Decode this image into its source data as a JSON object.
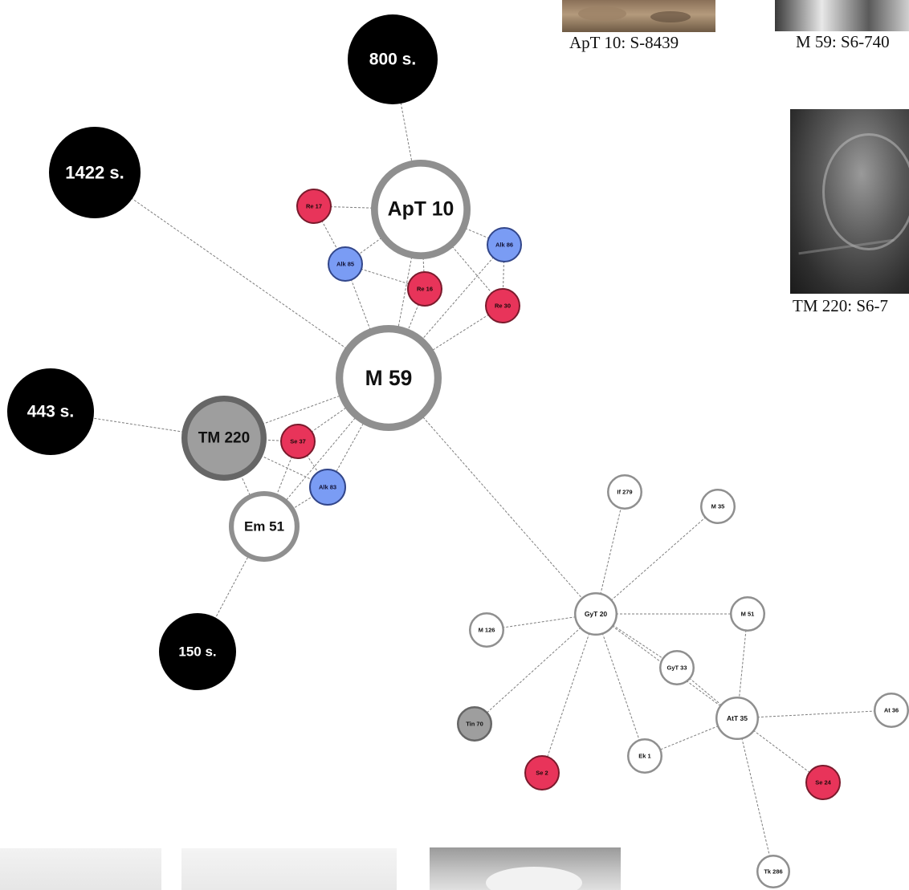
{
  "photos": [
    {
      "id": "apt10",
      "caption": "ApT 10: S-8439"
    },
    {
      "id": "m59",
      "caption": "M 59: S6-740"
    },
    {
      "id": "tm220",
      "caption": "TM 220: S6-7"
    }
  ],
  "colors": {
    "black": "#000000",
    "white": "#ffffff",
    "gray_fill": "#9e9e9e",
    "gray_ring": "#8f8f8f",
    "red": "#e8345a",
    "blue": "#7a9cf4"
  },
  "nodes": [
    {
      "id": "n800",
      "label": "800 s.",
      "style": "black"
    },
    {
      "id": "n1422",
      "label": "1422 s.",
      "style": "black"
    },
    {
      "id": "n443",
      "label": "443 s.",
      "style": "black"
    },
    {
      "id": "n150",
      "label": "150 s.",
      "style": "black"
    },
    {
      "id": "apt10",
      "label": "ApT 10",
      "style": "white"
    },
    {
      "id": "m59",
      "label": "M 59",
      "style": "white"
    },
    {
      "id": "tm220",
      "label": "TM 220",
      "style": "gray"
    },
    {
      "id": "em51",
      "label": "Em 51",
      "style": "white"
    },
    {
      "id": "re17",
      "label": "Re 17",
      "style": "red"
    },
    {
      "id": "re16",
      "label": "Re 16",
      "style": "red"
    },
    {
      "id": "re30",
      "label": "Re 30",
      "style": "red"
    },
    {
      "id": "se37",
      "label": "Se 37",
      "style": "red"
    },
    {
      "id": "alk85",
      "label": "Alk 85",
      "style": "blue"
    },
    {
      "id": "alk86",
      "label": "Alk 86",
      "style": "blue"
    },
    {
      "id": "alk83",
      "label": "Alk 83",
      "style": "blue"
    },
    {
      "id": "gyt20",
      "label": "GyT 20",
      "style": "white"
    },
    {
      "id": "if279",
      "label": "If 279",
      "style": "white"
    },
    {
      "id": "m35",
      "label": "M 35",
      "style": "white"
    },
    {
      "id": "m126",
      "label": "M 126",
      "style": "white"
    },
    {
      "id": "m51",
      "label": "M 51",
      "style": "white"
    },
    {
      "id": "gyt33",
      "label": "GyT 33",
      "style": "white"
    },
    {
      "id": "att35",
      "label": "AtT 35",
      "style": "white"
    },
    {
      "id": "at36",
      "label": "At 36",
      "style": "white"
    },
    {
      "id": "tin70",
      "label": "Tin 70",
      "style": "gray"
    },
    {
      "id": "se2",
      "label": "Se 2",
      "style": "red"
    },
    {
      "id": "ek1",
      "label": "Ek 1",
      "style": "white"
    },
    {
      "id": "se24",
      "label": "Se 24",
      "style": "red"
    },
    {
      "id": "tk286",
      "label": "Tk 286",
      "style": "white"
    }
  ],
  "edges": [
    [
      "n800",
      "apt10"
    ],
    [
      "n1422",
      "m59"
    ],
    [
      "n443",
      "tm220"
    ],
    [
      "n150",
      "em51"
    ],
    [
      "apt10",
      "re17"
    ],
    [
      "apt10",
      "alk85"
    ],
    [
      "apt10",
      "alk86"
    ],
    [
      "apt10",
      "re16"
    ],
    [
      "apt10",
      "re30"
    ],
    [
      "apt10",
      "m59"
    ],
    [
      "re17",
      "alk85"
    ],
    [
      "alk85",
      "re16"
    ],
    [
      "alk85",
      "m59"
    ],
    [
      "re16",
      "m59"
    ],
    [
      "alk86",
      "re30"
    ],
    [
      "alk86",
      "m59"
    ],
    [
      "re30",
      "m59"
    ],
    [
      "m59",
      "tm220"
    ],
    [
      "m59",
      "se37"
    ],
    [
      "m59",
      "alk83"
    ],
    [
      "m59",
      "em51"
    ],
    [
      "m59",
      "gyt20"
    ],
    [
      "tm220",
      "se37"
    ],
    [
      "tm220",
      "alk83"
    ],
    [
      "tm220",
      "em51"
    ],
    [
      "se37",
      "alk83"
    ],
    [
      "alk83",
      "em51"
    ],
    [
      "se37",
      "em51"
    ],
    [
      "gyt20",
      "if279"
    ],
    [
      "gyt20",
      "m35"
    ],
    [
      "gyt20",
      "m126"
    ],
    [
      "gyt20",
      "m51"
    ],
    [
      "gyt20",
      "gyt33"
    ],
    [
      "gyt20",
      "att35"
    ],
    [
      "gyt20",
      "tin70"
    ],
    [
      "gyt20",
      "se2"
    ],
    [
      "gyt20",
      "ek1"
    ],
    [
      "gyt33",
      "att35"
    ],
    [
      "m51",
      "att35"
    ],
    [
      "att35",
      "at36"
    ],
    [
      "att35",
      "ek1"
    ],
    [
      "att35",
      "se24"
    ],
    [
      "att35",
      "tk286"
    ]
  ]
}
